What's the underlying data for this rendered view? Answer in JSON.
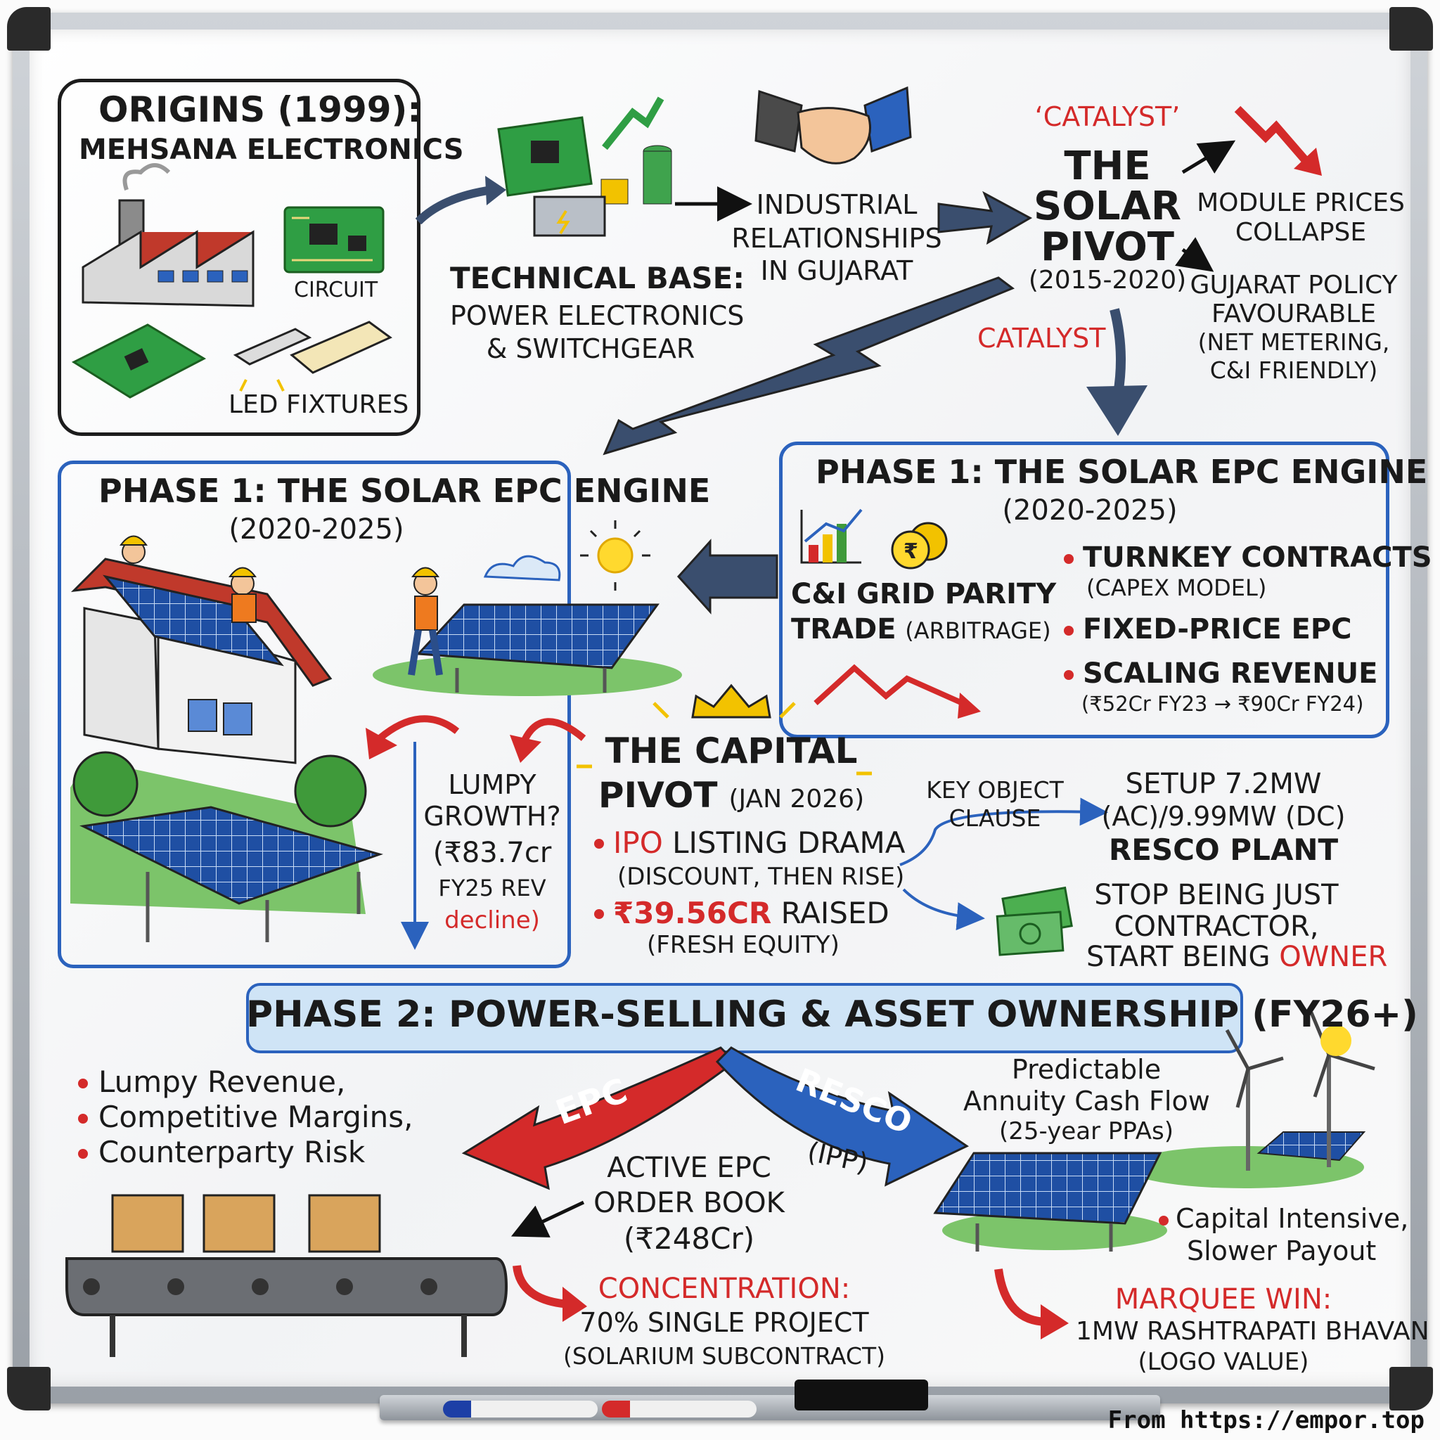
{
  "origins": {
    "title": "ORIGINS (1999):",
    "subtitle": "MEHSANA ELECTRONICS",
    "label_circuit": "CIRCUIT",
    "label_led": "LED FIXTURES"
  },
  "technical": {
    "line1": "TECHNICAL BASE:",
    "line2": "POWER ELECTRONICS",
    "line3": "& SWITCHGEAR"
  },
  "industrial": {
    "line1": "INDUSTRIAL",
    "line2": "RELATIONSHIPS",
    "line3": "IN GUJARAT"
  },
  "solar_pivot": {
    "tag": "‘CATALYST’",
    "line1": "THE",
    "line2": "SOLAR",
    "line3": "PIVOT",
    "years": "(2015-2020)",
    "catalyst": "CATALYST"
  },
  "right_notes": {
    "prices1": "MODULE PRICES",
    "prices2": "COLLAPSE",
    "policy1": "GUJARAT POLICY",
    "policy2": "FAVOURABLE",
    "policy3": "(NET METERING,",
    "policy4": "C&I FRIENDLY)"
  },
  "phase1_left": {
    "title": "PHASE 1: THE SOLAR EPC ENGINE",
    "years": "(2020-2025)",
    "lumpy1": "LUMPY",
    "lumpy2": "GROWTH?",
    "lumpy3": "(₹83.7cr",
    "lumpy4": "FY25 REV",
    "lumpy5": "decline)"
  },
  "phase1_right": {
    "title": "PHASE 1: THE SOLAR EPC ENGINE",
    "years": "(2020-2025)",
    "grid1": "C&I GRID PARITY",
    "grid2a": "TRADE",
    "grid2b": "(ARBITRAGE)",
    "b1": "TURNKEY CONTRACTS",
    "b1s": "(CAPEX MODEL)",
    "b2": "FIXED-PRICE EPC",
    "b3": "SCALING REVENUE",
    "b3s": "(₹52Cr FY23 → ₹90Cr FY24)"
  },
  "capital_pivot": {
    "line1": "THE CAPITAL",
    "line2a": "PIVOT",
    "line2b": "(JAN 2026)",
    "ipo_a": "IPO",
    "ipo_b": "LISTING DRAMA",
    "ipo_s": "(DISCOUNT, THEN RISE)",
    "raised_a": "₹39.56CR",
    "raised_b": "RAISED",
    "raised_s": "(FRESH EQUITY)"
  },
  "key_clause": {
    "line1": "KEY OBJECT",
    "line2": "CLAUSE",
    "setup1": "SETUP 7.2MW",
    "setup2": "(AC)/9.99MW (DC)",
    "setup3": "RESCO PLANT",
    "stop1": "STOP BEING JUST",
    "stop2": "CONTRACTOR,",
    "stop3a": "START BEING",
    "stop3b": "OWNER"
  },
  "phase2": {
    "title": "PHASE 2: POWER-SELLING & ASSET OWNERSHIP (FY26+)",
    "epc": "EPC",
    "resco": "RESCO",
    "ipp": "(IPP)",
    "left_b1": "Lumpy Revenue,",
    "left_b2": "Competitive Margins,",
    "left_b3": "Counterparty Risk",
    "order1": "ACTIVE EPC",
    "order2": "ORDER BOOK",
    "order3": "(₹248Cr)",
    "conc1": "CONCENTRATION:",
    "conc2": "70% SINGLE PROJECT",
    "conc3": "(SOLARIUM SUBCONTRACT)",
    "annuity1": "Predictable",
    "annuity2": "Annuity Cash Flow",
    "annuity3": "(25-year PPAs)",
    "cap1": "Capital Intensive,",
    "cap2": "Slower Payout",
    "marquee1": "MARQUEE WIN:",
    "marquee2": "1MW RASHTRAPATI BHAVAN",
    "marquee3": "(LOGO VALUE)"
  },
  "footer": "From https://empor.top",
  "colors": {
    "accent_red": "#d42a2a",
    "accent_blue": "#2b62bd",
    "arrow_navy": "#3a4e6e",
    "banner_fill": "#cfe4f6"
  }
}
